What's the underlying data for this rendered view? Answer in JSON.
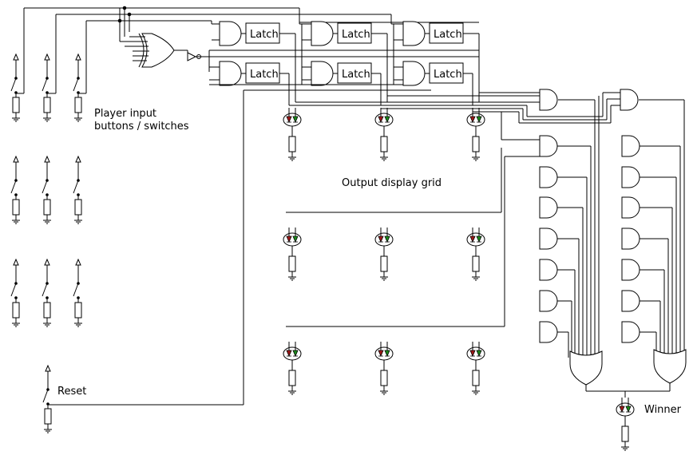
{
  "labels": {
    "player_input_line1": "Player input",
    "player_input_line2": "buttons / switches",
    "output_display": "Output display grid",
    "reset": "Reset",
    "winner": "Winner",
    "latch": "Latch"
  },
  "colors": {
    "wire": "#000000",
    "led_red": "#a01818",
    "led_green": "#1a8a1a",
    "background": "#ffffff"
  },
  "components": {
    "switch_grid": {
      "rows": 3,
      "cols": 3
    },
    "latch_count": 6,
    "led_grid": {
      "rows": 3,
      "cols": 3
    },
    "win_and_gates": 16,
    "or_gates": 2
  }
}
